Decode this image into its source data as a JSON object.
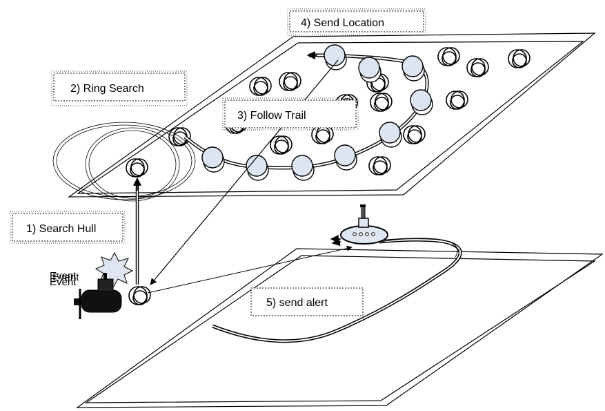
{
  "labels": {
    "search_hull": "1) Search Hull",
    "ring_search": "2) Ring Search",
    "follow_trail": "3) Follow Trail",
    "send_location": "4) Send Location",
    "send_alert": "5) send alert"
  },
  "event_text": "Event",
  "colors": {
    "stroke": "#000000",
    "node_fill": "#dde4f2",
    "event_star": "#dfe6f2",
    "vehicle_body": "#111111",
    "submarine_body": "#dfe6f2"
  }
}
